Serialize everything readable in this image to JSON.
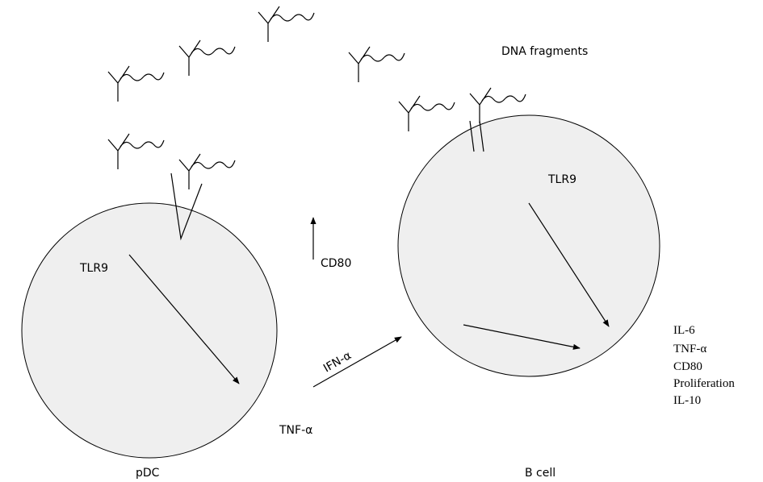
{
  "labels": {
    "dna_fragments": "DNA fragments",
    "pdc_tlr9": "TLR9",
    "bcell_tlr9": "TLR9",
    "cd80": "CD80",
    "ifn_alpha": "IFN-α",
    "tnf_alpha": "TNF-α",
    "pdc": "pDC",
    "b_cell": "B cell"
  },
  "bcell_outputs": [
    "IL-6",
    "TNF-α",
    "CD80",
    "Proliferation",
    "IL-10"
  ],
  "colors": {
    "cell_fill": "#efefef",
    "stroke": "#000000"
  }
}
